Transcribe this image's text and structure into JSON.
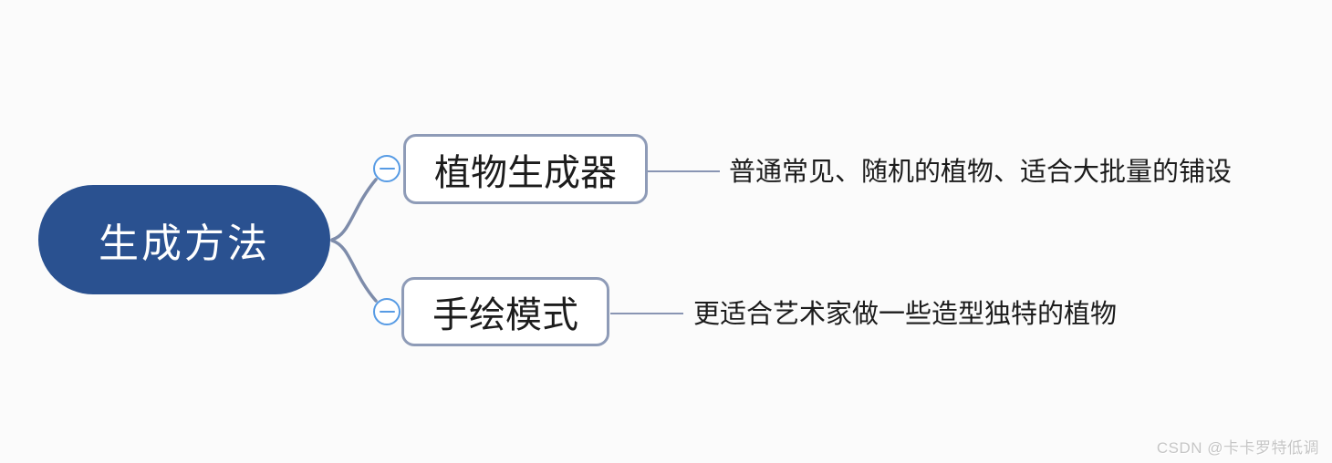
{
  "colors": {
    "canvas_bg": "#fbfbfb",
    "root_fill": "#2a5190",
    "root_text": "#ffffff",
    "branch_border": "#8e9bb7",
    "topic_text": "#1c1c1c",
    "connector": "#7e8caa",
    "leaf_line": "#8995b3",
    "collapse_blue": "#579be4",
    "watermark_text": "#c6c6c6"
  },
  "mindmap": {
    "root": {
      "label": "生成方法"
    },
    "branches": [
      {
        "label": "植物生成器",
        "collapse_state": "expanded",
        "collapse_icon": "minus-circle",
        "children": [
          {
            "label": "普通常见、随机的植物、适合大批量的铺设"
          }
        ]
      },
      {
        "label": "手绘模式",
        "collapse_state": "expanded",
        "collapse_icon": "minus-circle",
        "children": [
          {
            "label": "更适合艺术家做一些造型独特的植物"
          }
        ]
      }
    ]
  },
  "watermark": {
    "label": "CSDN @卡卡罗特低调"
  }
}
